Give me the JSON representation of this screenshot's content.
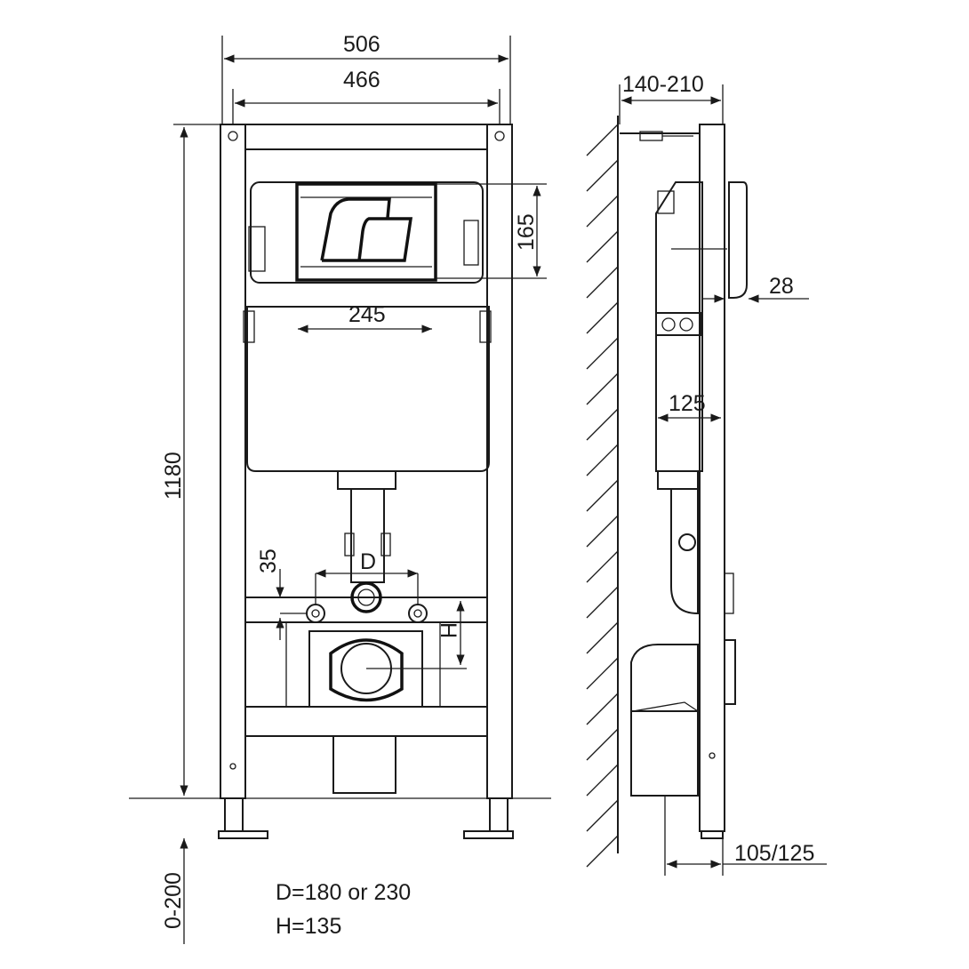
{
  "dimensions": {
    "overall_width": "506",
    "inner_width": "466",
    "depth_range": "140-210",
    "plate_height": "165",
    "plate_offset": "28",
    "plate_width": "245",
    "cistern_depth": "125",
    "frame_height": "1180",
    "bolt_offset": "35",
    "bolt_spacing": "D",
    "outlet_height": "H",
    "leg_adjust": "0-200",
    "outlet_depth": "105/125"
  },
  "notes": [
    "D=180 or 230",
    "H=135"
  ]
}
